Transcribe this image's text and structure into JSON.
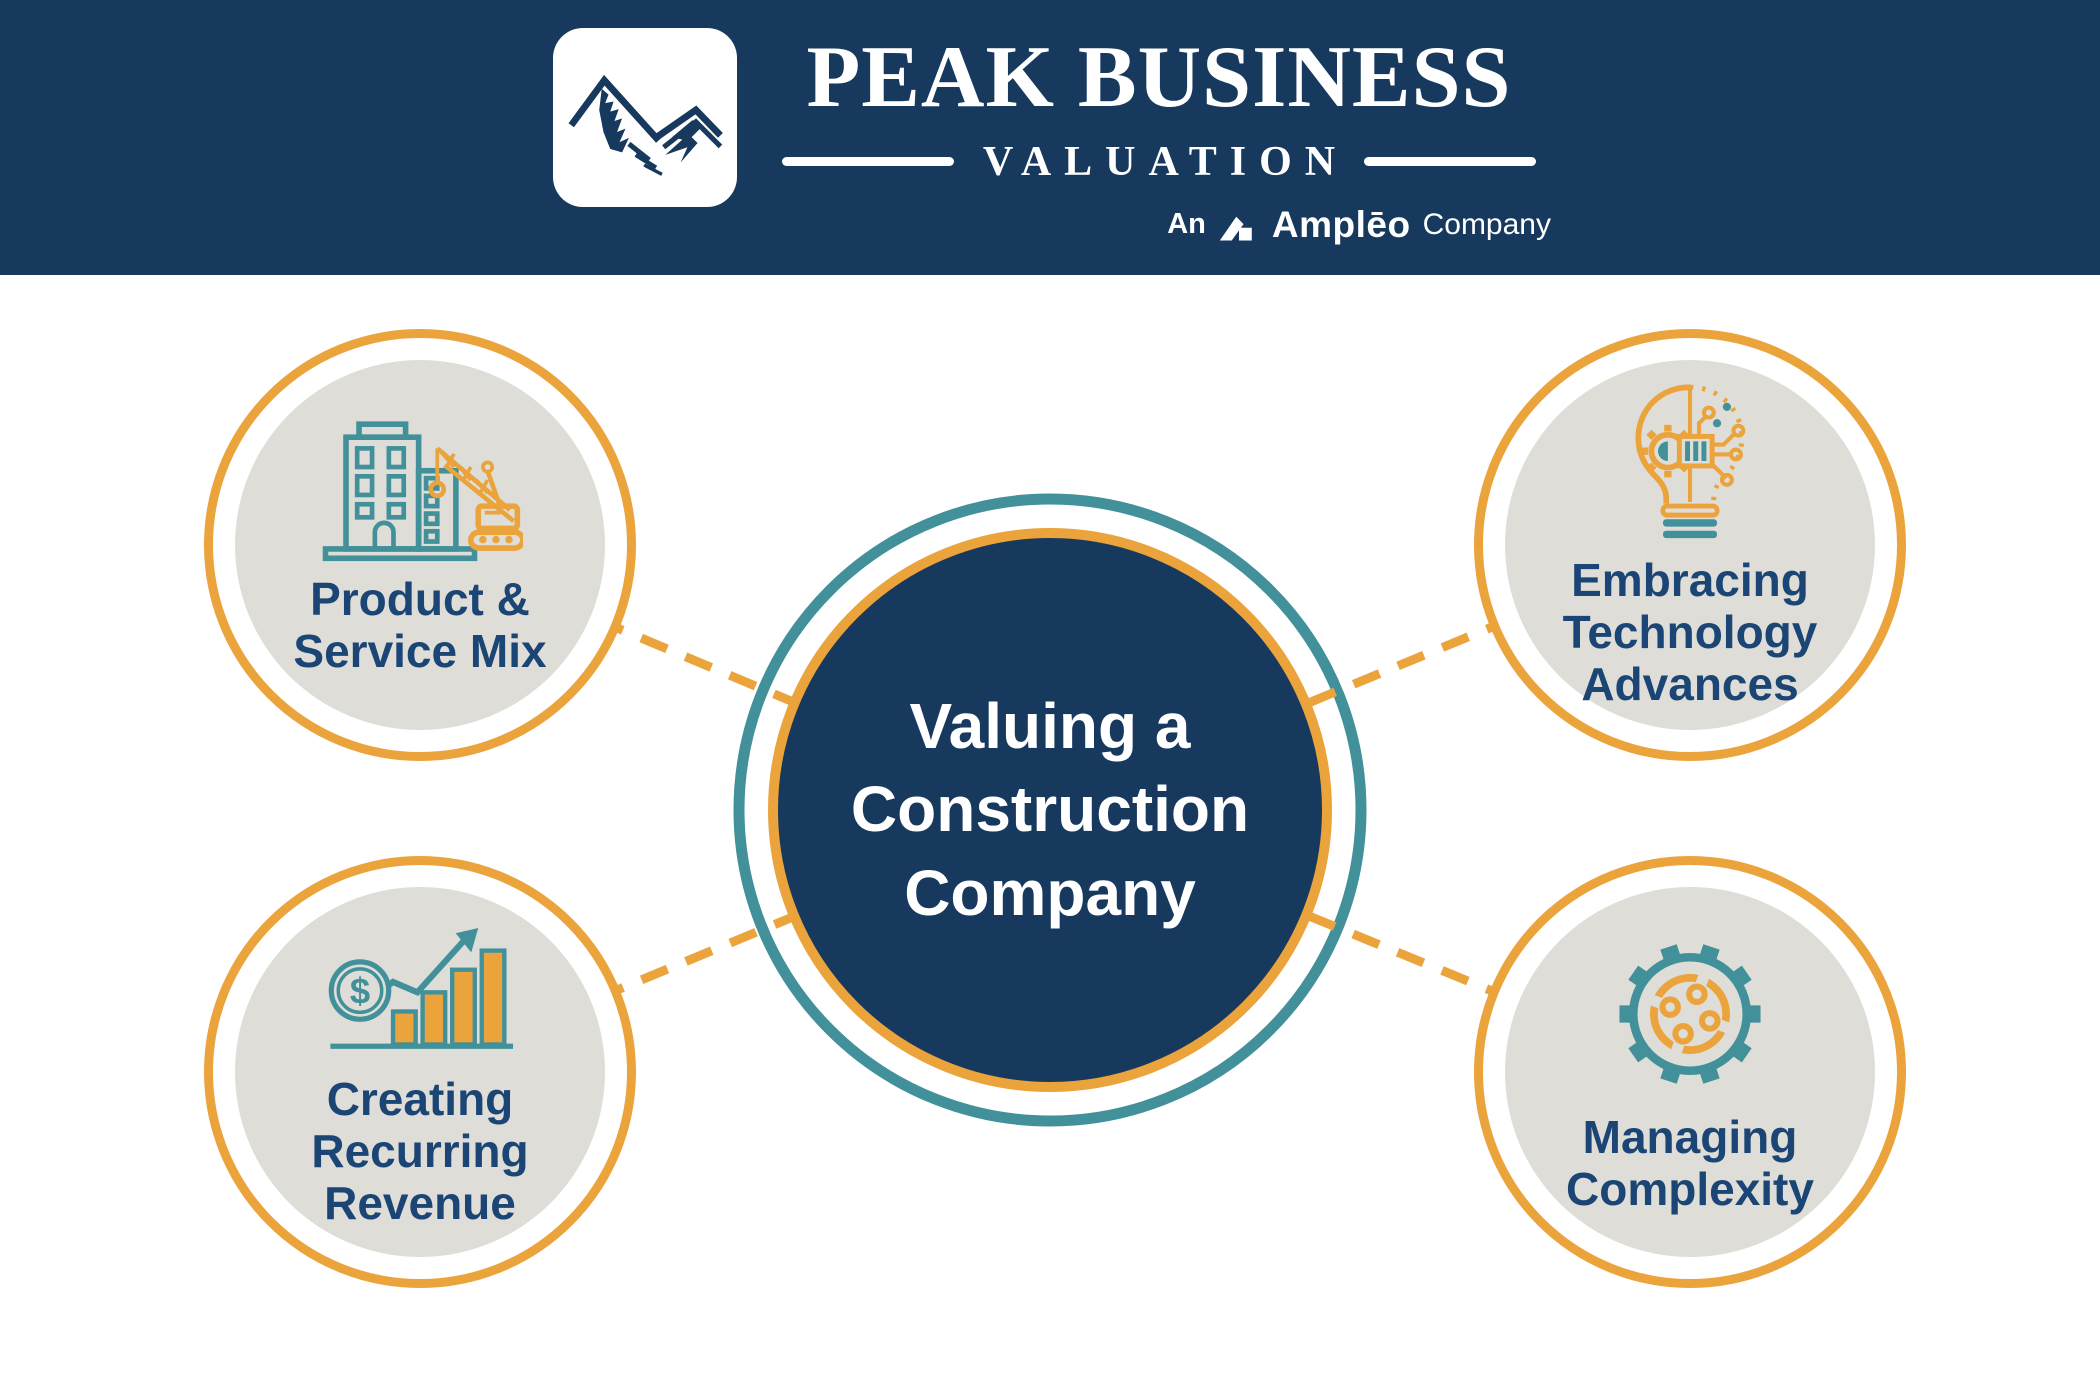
{
  "colors": {
    "navy": "#17395E",
    "orange": "#EBA33C",
    "teal": "#41909A",
    "gray": "#DFDDD8",
    "label-navy": "#1A4574"
  },
  "header": {
    "brand_line1": "PEAK BUSINESS",
    "brand_line2": "VALUATION",
    "tagline_prefix": "An",
    "tagline_brand": "Amplēo",
    "tagline_suffix": "Company"
  },
  "center": {
    "lines": [
      "Valuing a",
      "Construction",
      "Company"
    ]
  },
  "nodes": [
    {
      "id": "product-service-mix",
      "icon": "building-crane-icon",
      "label_lines": [
        "Product &",
        "Service Mix"
      ]
    },
    {
      "id": "embracing-technology-advances",
      "icon": "lightbulb-technology-icon",
      "label_lines": [
        "Embracing",
        "Technology",
        "Advances"
      ]
    },
    {
      "id": "creating-recurring-revenue",
      "icon": "revenue-growth-chart-icon",
      "label_lines": [
        "Creating",
        "Recurring",
        "Revenue"
      ]
    },
    {
      "id": "managing-complexity",
      "icon": "gear-puzzle-icon",
      "label_lines": [
        "Managing",
        "Complexity"
      ]
    }
  ]
}
